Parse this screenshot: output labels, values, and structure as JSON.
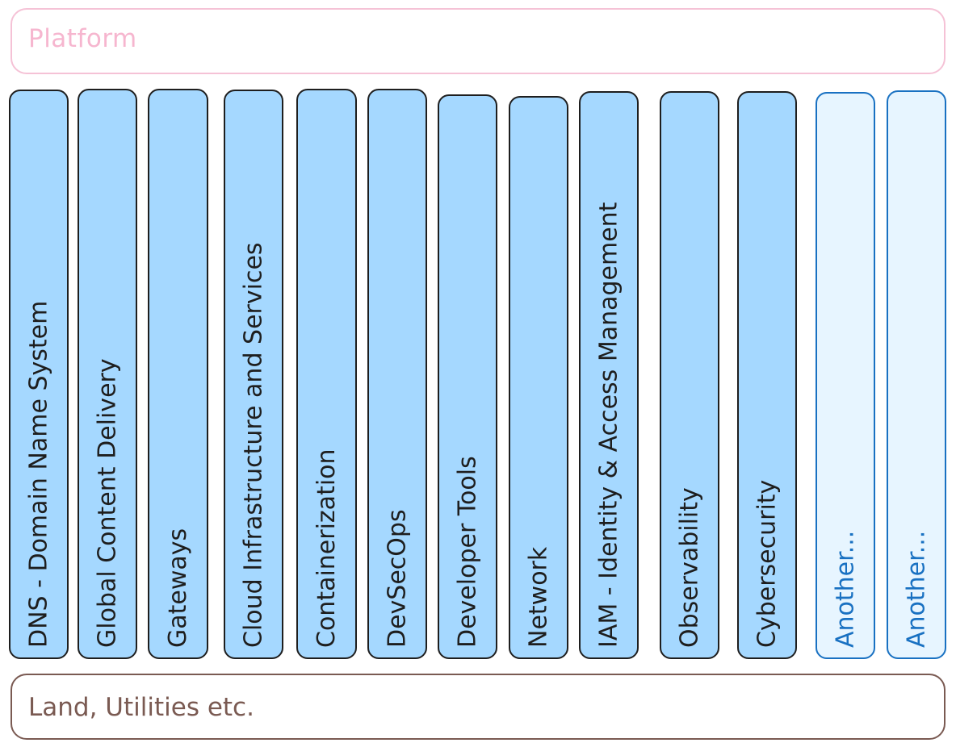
{
  "layers": {
    "top": "Platform",
    "bottom": "Land, Utilities etc."
  },
  "columns": [
    "DNS - Domain Name System",
    "Global Content Delivery",
    "Gateways",
    "Cloud Infrastructure and Services",
    "Containerization",
    "DevSecOps",
    "Developer Tools",
    "Network",
    "IAM - Identity & Access Management",
    "Observability",
    "Cybersecurity",
    "Another...",
    "Another..."
  ],
  "colors": {
    "platform_border": "#f5c2d6",
    "platform_text": "#f6b6cf",
    "land_border": "#7a5a52",
    "column_fill": "#a5d8ff",
    "column_border": "#1e1e1e",
    "extra_fill": "#e7f5ff",
    "extra_border": "#1971c2"
  }
}
